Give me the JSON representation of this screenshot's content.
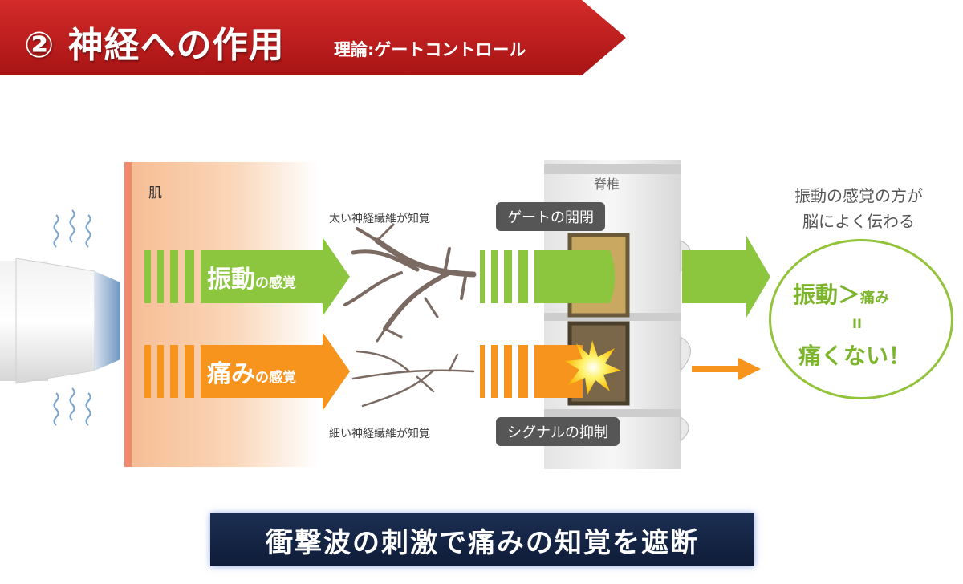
{
  "header": {
    "title": "② 神経への作用",
    "subtitle": "理論:ゲートコントロール"
  },
  "diagram": {
    "skin_label": "肌",
    "spine_label": "脊椎",
    "thick_fiber_label": "太い神経繊維が知覚",
    "thin_fiber_label": "細い神経繊維が知覚",
    "vibration_big": "振動",
    "vibration_small": "の感覚",
    "pain_big": "痛み",
    "pain_small": "の感覚",
    "gate_callout": "ゲートの開閉",
    "signal_callout": "シグナルの抑制",
    "result_heading_line1": "振動の感覚の方が",
    "result_heading_line2": "脳によく伝わる",
    "result_line1_big": "振動",
    "result_line1_op": "＞",
    "result_line1_small": "痛み",
    "result_equals": "II",
    "result_line2": "痛くない！"
  },
  "footer": {
    "text": "衝撃波の刺激で痛みの知覚を遮断"
  },
  "colors": {
    "banner_red": "#c41e1e",
    "vibration_green": "#8cc63f",
    "pain_orange": "#f7941d",
    "footer_navy": "#13244a"
  }
}
